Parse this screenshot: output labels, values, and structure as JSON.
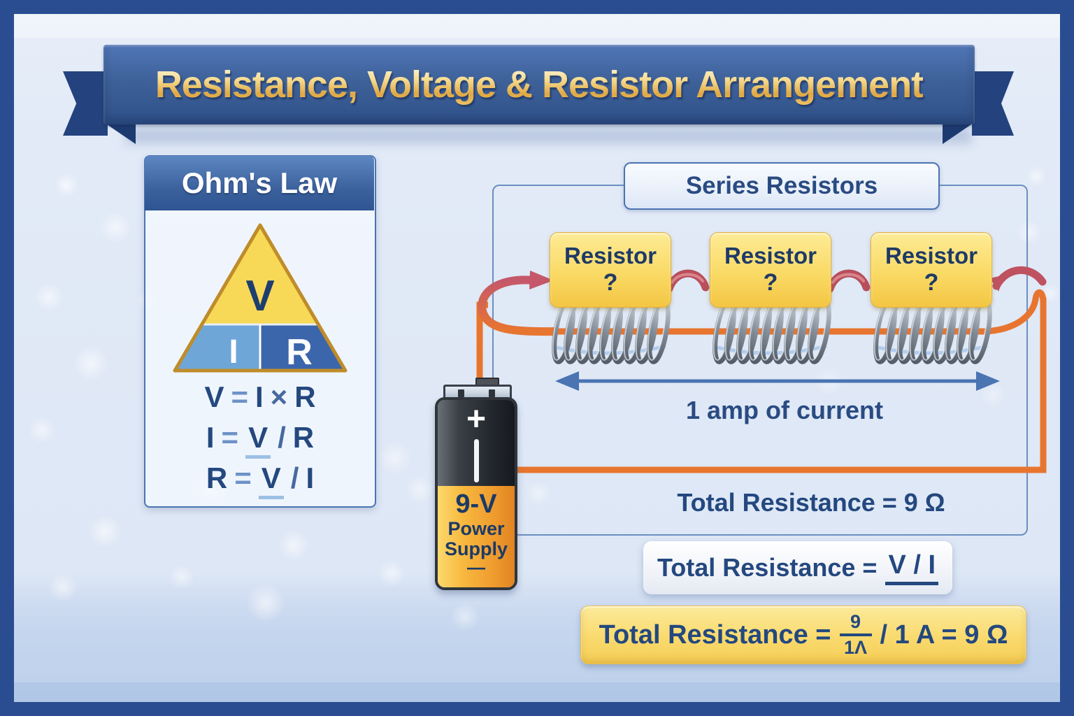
{
  "title": {
    "text": "Resistance, Voltage & Resistor Arrangement"
  },
  "ohms_law": {
    "header": "Ohm's Law",
    "triangle": {
      "top": "V",
      "bottom_left": "I",
      "bottom_right": "R"
    },
    "formulas": [
      {
        "lhs": "V",
        "eq": "=",
        "a": "I",
        "op": "×",
        "b": "R"
      },
      {
        "lhs": "I",
        "eq": "=",
        "a": "V",
        "op": "/",
        "b": "R"
      },
      {
        "lhs": "R",
        "eq": "=",
        "a": "V",
        "op": "/",
        "b": "I"
      }
    ]
  },
  "series": {
    "label": "Series Resistors",
    "resistors": [
      {
        "name": "Resistor",
        "value": "?"
      },
      {
        "name": "Resistor",
        "value": "?"
      },
      {
        "name": "Resistor",
        "value": "?"
      }
    ],
    "current_label": "1 amp of current",
    "total_resistance": "Total Resistance = 9 Ω"
  },
  "battery": {
    "polarity_plus": "+",
    "voltage": "9-V",
    "label_line1": "Power",
    "label_line2": "Supply",
    "polarity_minus": "—"
  },
  "formula_box": {
    "prefix": "Total Resistance =",
    "expression": "V / I"
  },
  "result_box": {
    "prefix": "Total Resistance =",
    "fraction_numerator": "9",
    "fraction_denominator": "1Λ",
    "suffix": "/ 1 A = 9 Ω"
  },
  "colors": {
    "frame_blue": "#2a4d92",
    "ribbon_blue": "#3e6199",
    "title_gold": "#f0c468",
    "navy_text": "#24487f",
    "resistor_yellow": "#fada65",
    "wire_orange": "#e8752f",
    "arrow_red": "#c4586a",
    "coil_gray": "#6b7480",
    "battery_amber": "#f8b93f"
  }
}
